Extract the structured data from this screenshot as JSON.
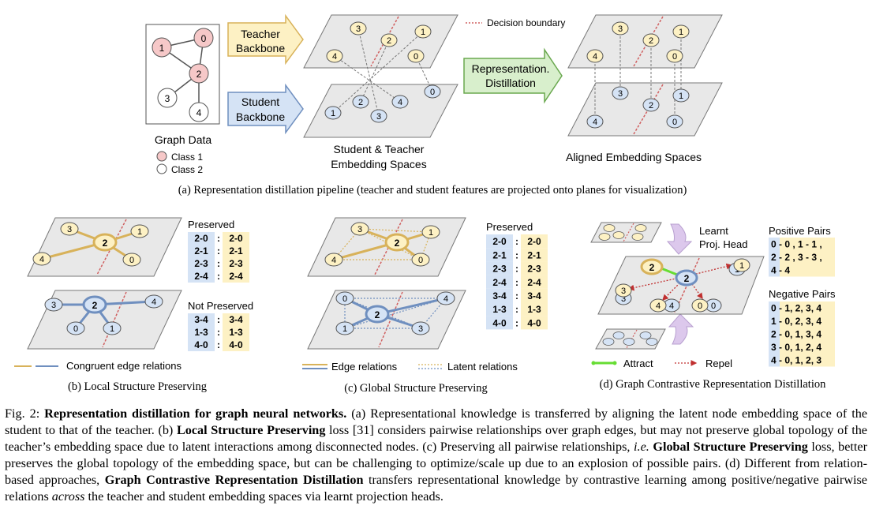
{
  "panel_a": {
    "graph_title": "Graph Data",
    "legend_class1": "Class 1",
    "legend_class2": "Class 2",
    "teacher_label_1": "Teacher",
    "teacher_label_2": "Backbone",
    "student_label_1": "Student",
    "student_label_2": "Backbone",
    "decision_boundary": "Decision boundary",
    "distill_label_1": "Representation.",
    "distill_label_2": "Distillation",
    "spaces_label_1": "Student & Teacher",
    "spaces_label_2": "Embedding Spaces",
    "aligned_label": "Aligned Embedding Spaces",
    "node_labels": [
      "0",
      "1",
      "2",
      "3",
      "4"
    ],
    "caption": "(a) Representation distillation pipeline (teacher and student features are projected onto planes for visualization)"
  },
  "panel_b": {
    "preserved_title": "Preserved",
    "preserved": [
      [
        "2-0",
        "2-0"
      ],
      [
        "2-1",
        "2-1"
      ],
      [
        "2-3",
        "2-3"
      ],
      [
        "2-4",
        "2-4"
      ]
    ],
    "not_preserved_title": "Not Preserved",
    "not_preserved": [
      [
        "3-4",
        "3-4"
      ],
      [
        "1-3",
        "1-3"
      ],
      [
        "4-0",
        "4-0"
      ]
    ],
    "legend": "Congruent edge relations",
    "caption": "(b) Local Structure Preserving"
  },
  "panel_c": {
    "preserved_title": "Preserved",
    "preserved": [
      [
        "2-0",
        "2-0"
      ],
      [
        "2-1",
        "2-1"
      ],
      [
        "2-3",
        "2-3"
      ],
      [
        "2-4",
        "2-4"
      ],
      [
        "3-4",
        "3-4"
      ],
      [
        "1-3",
        "1-3"
      ],
      [
        "4-0",
        "4-0"
      ]
    ],
    "legend_edge": "Edge relations",
    "legend_latent": "Latent relations",
    "caption": "(c) Global Structure Preserving"
  },
  "panel_d": {
    "proj_label_1": "Learnt",
    "proj_label_2": "Proj. Head",
    "positive_title": "Positive Pairs",
    "positive_lines": [
      "0 - 0 ,  1 - 1 ,",
      "2 - 2 ,  3 - 3 ,",
      "4 - 4"
    ],
    "negative_title": "Negative Pairs",
    "negative_lines": [
      "0 - 1, 2, 3, 4",
      "1 - 0, 2, 3, 4",
      "2 - 0, 1, 3, 4",
      "3 - 0, 1, 2, 4",
      "4 - 0, 1, 2, 3"
    ],
    "attract": "Attract",
    "repel": "Repel",
    "caption": "(d) Graph Contrastive Representation Distillation"
  },
  "caption": {
    "fig": "Fig. 2:",
    "title": "Representation distillation for graph neural networks.",
    "t1": " (a) Representational knowledge is transferred by aligning the latent node embedding space of the student to that of the teacher. (b) ",
    "b1": "Local Structure Preserving",
    "t2": " loss [31] considers pairwise relationships over graph edges, but may not preserve global topology of the teacher’s embedding space due to latent interactions among disconnected nodes. (c) Preserving all pairwise relationships, ",
    "ie": "i.e.",
    "b2": " Global Structure Preserving",
    "t3": " loss, better preserves the global topology of the embedding space, but can be challenging to optimize/scale up due to an explosion of possible pairs. (d) Different from relation-based approaches, ",
    "b3": "Graph Contrastive Representation Distillation",
    "t4": " transfers representational knowledge by contrastive learning among positive/negative pairwise relations ",
    "across": "across",
    "t5": " the teacher and student embedding spaces via learnt projection heads."
  },
  "colors": {
    "teacher_fill": "#fdf1c4",
    "teacher_edge": "#d8b25a",
    "student_fill": "#d5e3f5",
    "student_edge": "#6f8fbf",
    "class1_fill": "#f6c8c8",
    "boundary": "#d06060",
    "distill_fill": "#d8efcc",
    "attract": "#66dd33",
    "repel": "#c03030"
  }
}
